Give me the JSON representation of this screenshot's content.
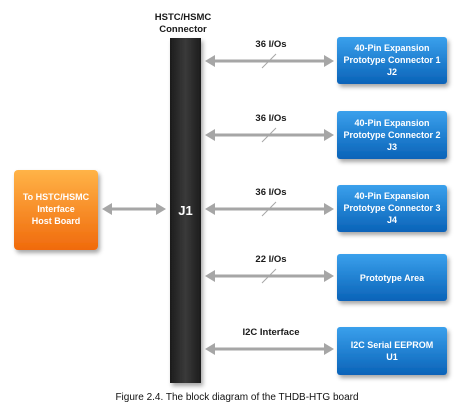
{
  "connector": {
    "title_line1": "HSTC/HSMC",
    "title_line2": "Connector",
    "label": "J1"
  },
  "host": {
    "line1": "To HSTC/HSMC",
    "line2": "Interface",
    "line3": "Host Board"
  },
  "links": [
    {
      "label": "36 I/Os",
      "box_lines": [
        "40-Pin Expansion",
        "Prototype Connector 1",
        "J2"
      ]
    },
    {
      "label": "36 I/Os",
      "box_lines": [
        "40-Pin Expansion",
        "Prototype Connector 2",
        "J3"
      ]
    },
    {
      "label": "36 I/Os",
      "box_lines": [
        "40-Pin Expansion",
        "Prototype Connector 3",
        "J4"
      ]
    },
    {
      "label": "22 I/Os",
      "box_lines": [
        "Prototype Area"
      ]
    },
    {
      "label": "I2C Interface",
      "box_lines": [
        "I2C Serial EEPROM",
        "U1"
      ]
    }
  ],
  "caption": "Figure 2.4. The block diagram of the THDB-HTG board",
  "colors": {
    "blue_top": "#3aa0ec",
    "blue_bottom": "#0a63b8",
    "orange_top": "#ffb347",
    "orange_bottom": "#f06a0c",
    "connector": "#2a2a2a",
    "arrow": "#a6a6a6"
  }
}
